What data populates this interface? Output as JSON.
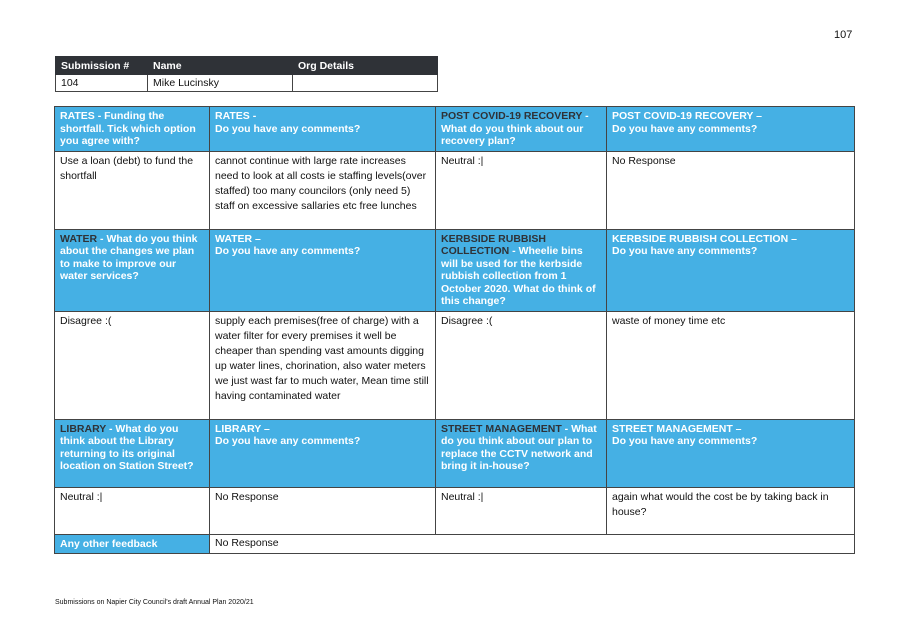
{
  "page_number": "107",
  "submission": {
    "headers": [
      "Submission #",
      "Name",
      "Org Details"
    ],
    "values": [
      "104",
      "Mike Lucinsky",
      ""
    ]
  },
  "rates": {
    "question_topic": "RATES",
    "question_text": " - Funding the shortfall. Tick which option you agree with?",
    "comments_topic": "RATES",
    "comments_dash": " -",
    "comments_text": "Do you have any comments?",
    "answer": "Use a loan (debt) to fund the shortfall",
    "comment": "cannot continue with large rate increases need to look at all costs ie staffing levels(over staffed) too many councilors (only need 5) staff on excessive sallaries etc free lunches"
  },
  "covid": {
    "question_topic": "POST COVID-19 RECOVERY",
    "question_text": " - What do you think about our recovery plan?",
    "comments_topic": "POST COVID-19 RECOVERY",
    "comments_dash": " –",
    "comments_text": "Do you have any comments?",
    "answer": "Neutral :|",
    "comment": "No Response"
  },
  "water": {
    "question_topic": "WATER",
    "question_text": " - What do you think about the changes we plan to make to improve our water services?",
    "comments_topic": "WATER",
    "comments_dash": " –",
    "comments_text": "Do you have any comments?",
    "answer": "Disagree :(",
    "comment": "supply each premises(free of charge) with a water filter for every premises it well be cheaper than spending vast amounts digging up water lines, chorination, also water meters we just wast far to much water, Mean time still having contaminated water"
  },
  "kerbside": {
    "question_topic": "KERBSIDE RUBBISH COLLECTION",
    "question_text": " - Wheelie bins will be used for the kerbside rubbish collection from 1 October 2020. What do think of this change?",
    "comments_topic": "KERBSIDE RUBBISH COLLECTION",
    "comments_dash": " –",
    "comments_text": "Do you have any comments?",
    "answer": "Disagree :(",
    "comment": "waste of money time etc"
  },
  "library": {
    "question_topic": "LIBRARY",
    "question_text": " - What do you think about the Library returning to its original location on Station Street?",
    "comments_topic": "LIBRARY",
    "comments_dash": " –",
    "comments_text": "Do you have any comments?",
    "answer": "Neutral :|",
    "comment": "No Response"
  },
  "street": {
    "question_topic": "STREET MANAGEMENT",
    "question_text": " - What do you think about our plan to replace the CCTV network and bring it in-house?",
    "comments_topic": "STREET MANAGEMENT",
    "comments_dash": " –",
    "comments_text": "Do you have any comments?",
    "answer": "Neutral :|",
    "comment": "again what would the cost be by taking back in house?"
  },
  "feedback": {
    "label": "Any other feedback",
    "value": "No Response"
  },
  "footer": "Submissions on Napier City Council's draft Annual Plan 2020/21",
  "colors": {
    "header_blue": "#45b0e4",
    "header_dark": "#2f3237",
    "topic_text": "#2f3237"
  }
}
